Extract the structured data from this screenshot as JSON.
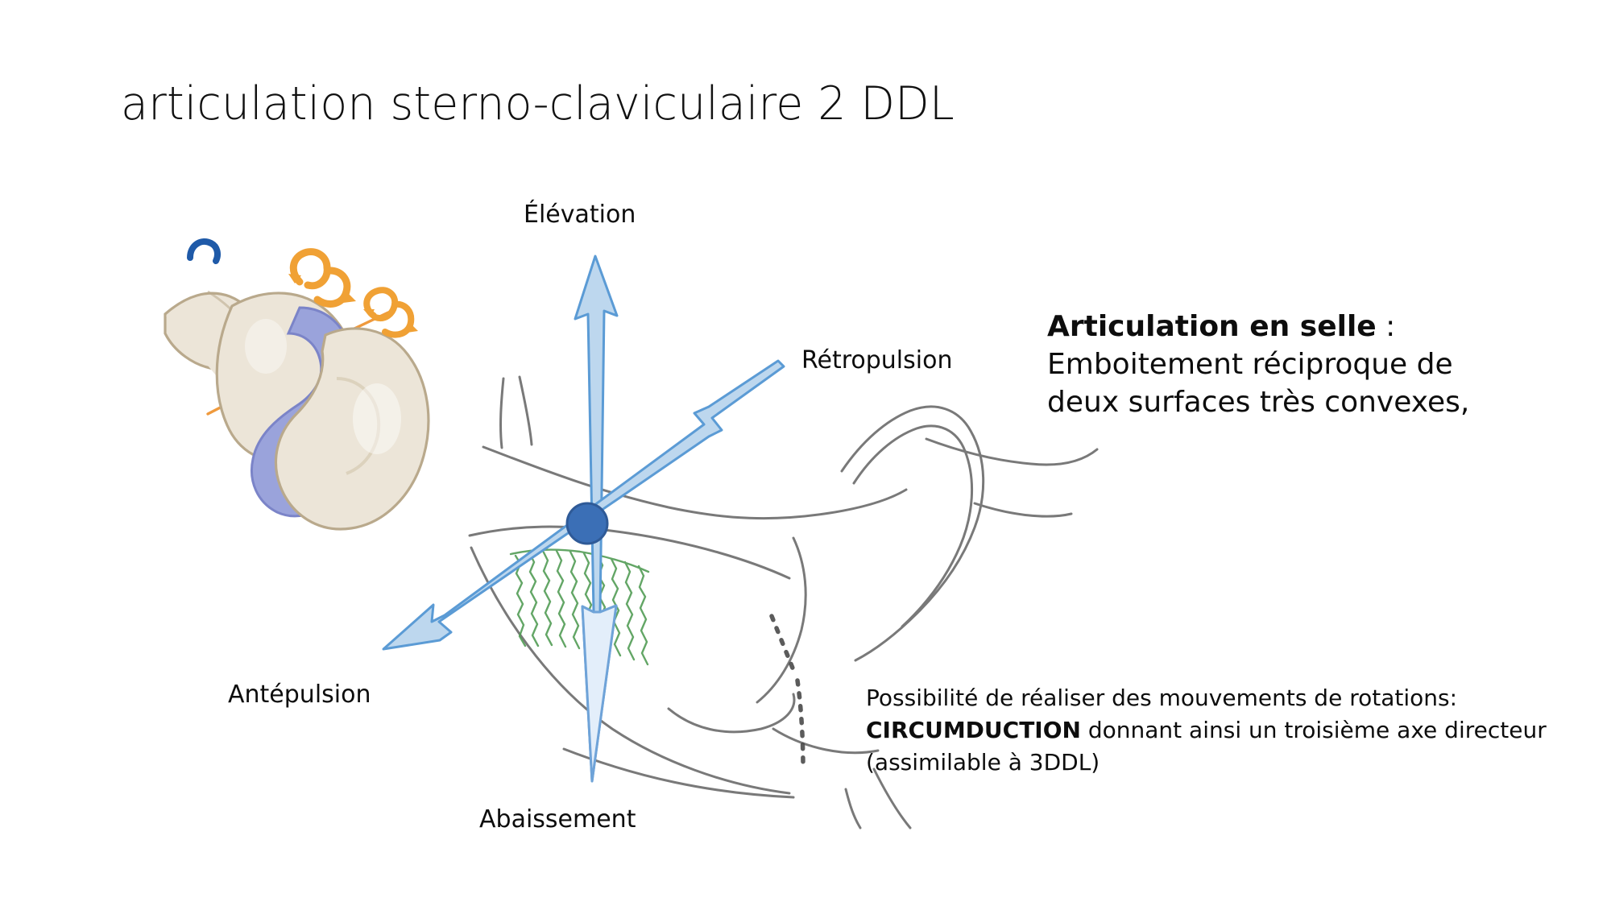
{
  "slide": {
    "title": "articulation sterno-claviculaire 2 DDL",
    "background_color": "#ffffff"
  },
  "axis_labels": {
    "elevation": "Élévation",
    "retropulsion": "Rétropulsion",
    "antepulsion": "Antépulsion",
    "abaissement": "Abaissement"
  },
  "right_text": {
    "heading_bold": "Articulation en selle",
    "heading_rest": " :",
    "line2": "Emboitement réciproque de",
    "line3": "deux surfaces très convexes,"
  },
  "rotation_note": {
    "line1": "Possibilité de réaliser des mouvements de rotations:",
    "line2_bold": "CIRCUMDUCTION",
    "line2_rest": " donnant ainsi un troisième axe directeur",
    "line3": "(assimilable à 3DDL)"
  },
  "colors": {
    "arrow_fill": "#bdd7ee",
    "arrow_stroke": "#5b9bd5",
    "joint_dot": "#3b6fb6",
    "joint_dot_stroke": "#2f5a97",
    "bone_fill": "#ece5d8",
    "bone_stroke": "#b9a98c",
    "cartilage_fill": "#9aa3db",
    "cartilage_stroke": "#7b84c8",
    "axis_orange": "#ef9a3d",
    "ligament_green": "#4e9a51",
    "sketch_pencil": "#6b6b6b",
    "small_arc_blue": "#1f5aa8",
    "text": "#0d0d0d"
  },
  "icons": {
    "saddle_joint": "saddle-joint-illustration",
    "rotation_arrow_small": "rotation-arrow-icon",
    "rotation_arrow_large": "rotation-arrow-icon",
    "blue_arc": "curved-arc-icon",
    "sketch": "sternoclavicular-sketch"
  }
}
